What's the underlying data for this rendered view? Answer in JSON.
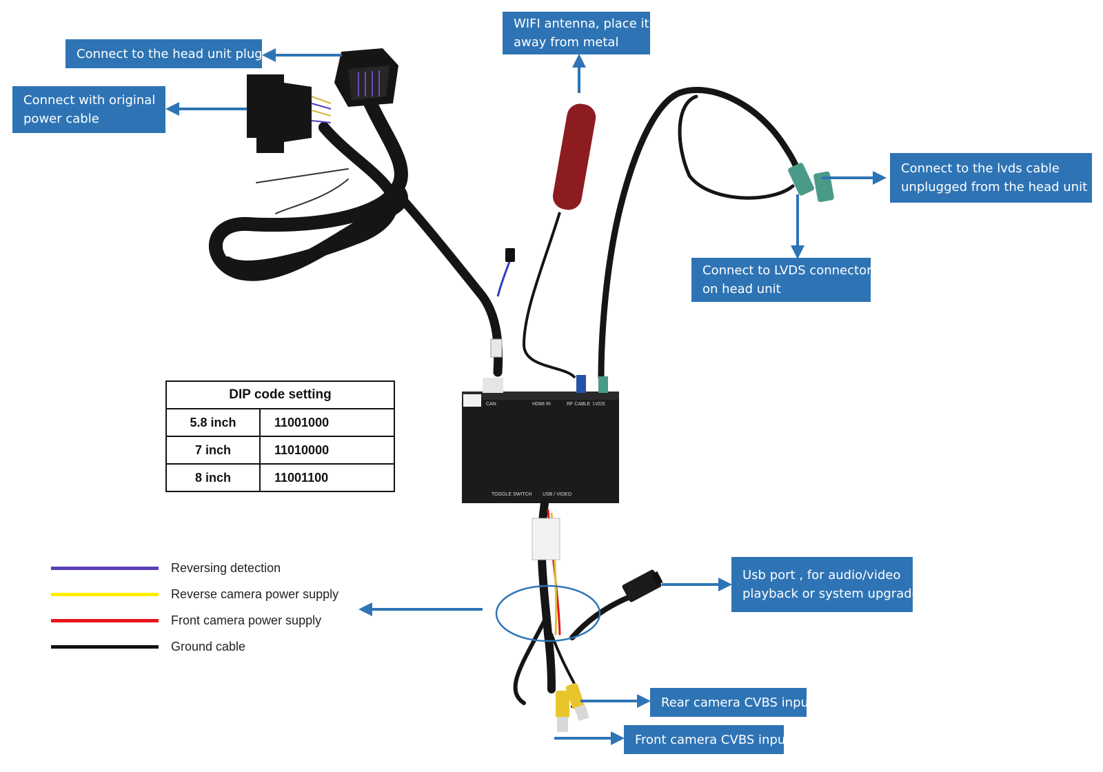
{
  "callouts": {
    "head_unit_plug": "Connect to the head unit plug",
    "power_cable": [
      "Connect with original",
      "power cable"
    ],
    "wifi_antenna": [
      "WIFI antenna, place it",
      "away from metal"
    ],
    "lvds_cable": [
      "Connect to the lvds cable",
      "unplugged from the head unit"
    ],
    "lvds_connector": [
      "Connect to LVDS connector",
      "on head unit"
    ],
    "usb_port": [
      "Usb port , for audio/video",
      "playback or system upgrade"
    ],
    "rear_camera": "Rear camera CVBS input",
    "front_camera": "Front camera CVBS input"
  },
  "dip_table": {
    "title": "DIP code setting",
    "rows": [
      {
        "size": "5.8 inch",
        "code": "11001000"
      },
      {
        "size": "7 inch",
        "code": "11010000"
      },
      {
        "size": "8 inch",
        "code": "11001100"
      }
    ]
  },
  "legend": [
    {
      "label": "Reversing detection",
      "color": "#5b3fb8"
    },
    {
      "label": "Reverse camera power supply",
      "color": "#ffee00"
    },
    {
      "label": "Front camera power supply",
      "color": "#e8141b"
    },
    {
      "label": "Ground cable",
      "color": "#111111"
    }
  ],
  "device": {
    "port_labels": [
      "CAN",
      "HDMI IN",
      "RF CABLE",
      "LVDS"
    ],
    "bottom_labels": [
      "TOGGLE SWITCH",
      "USB / VIDEO"
    ]
  },
  "colors": {
    "callout": "#2e74b5",
    "arrow": "#2e74b5",
    "device": "#1b1b1b",
    "cable": "#151515"
  }
}
